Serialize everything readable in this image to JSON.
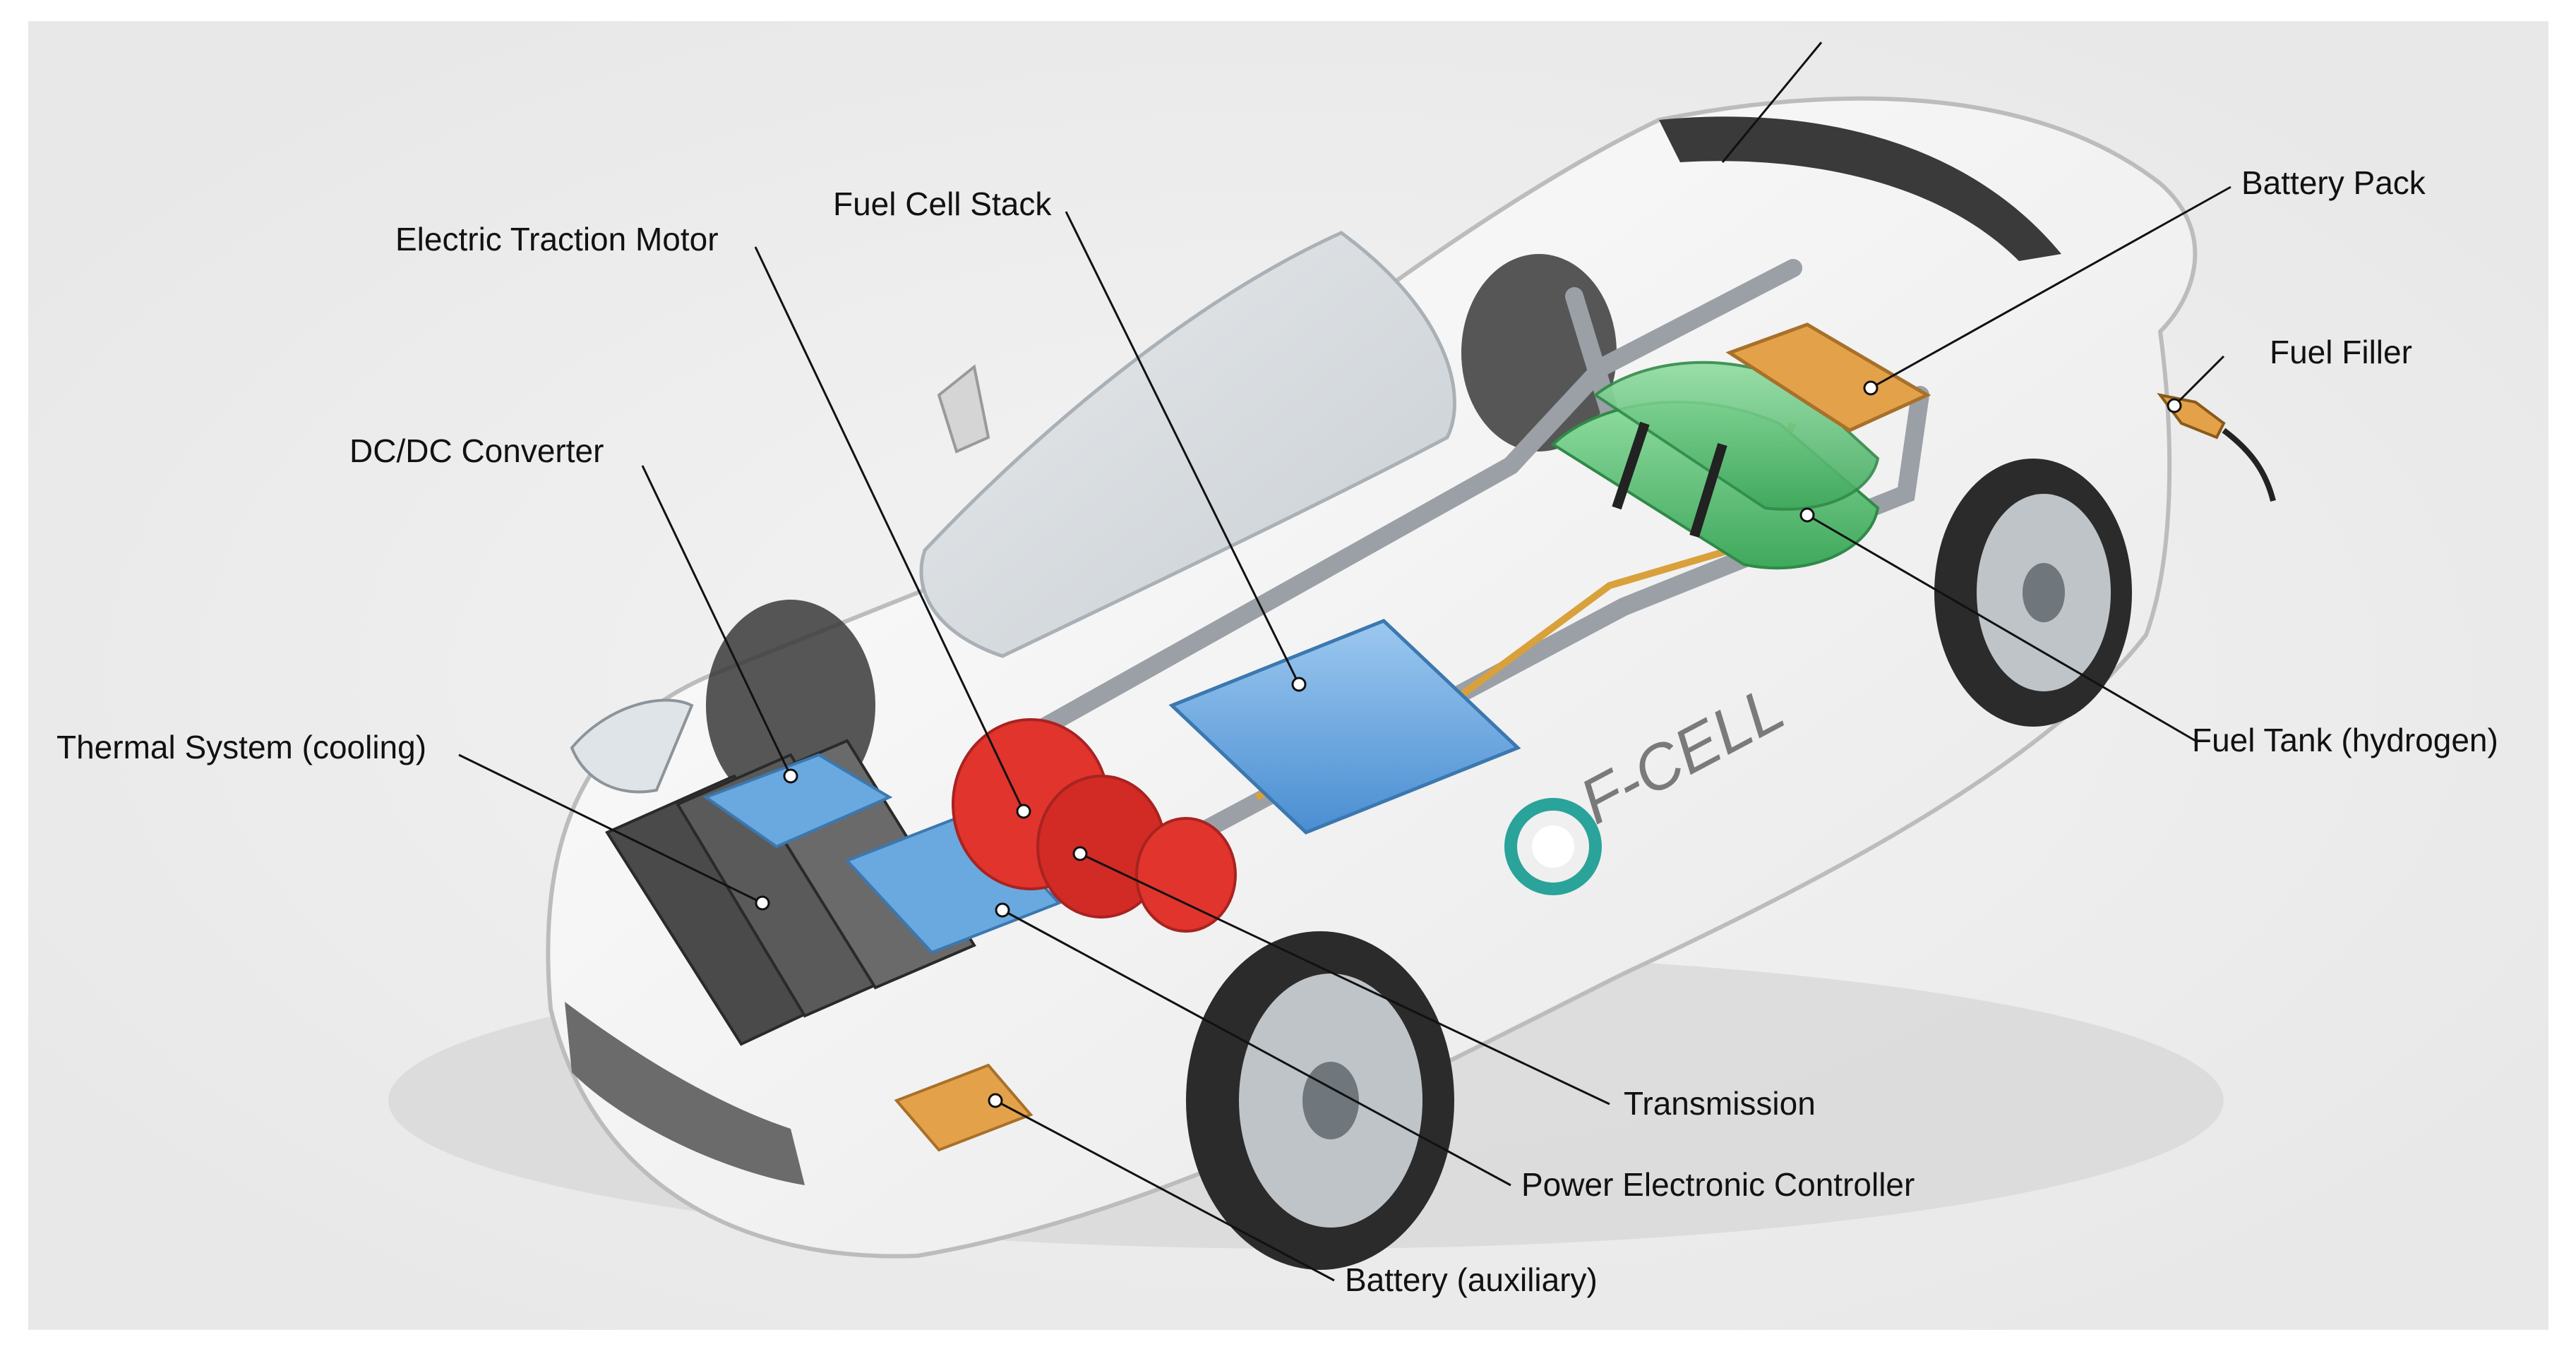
{
  "labels": {
    "battery_pack": "Battery Pack",
    "fuel_cell_stack": "Fuel Cell Stack",
    "electric_traction_motor": "Electric Traction Motor",
    "dc_dc_converter": "DC/DC Converter",
    "fuel_filler": "Fuel Filler",
    "thermal_system": "Thermal System (cooling)",
    "fuel_tank": "Fuel Tank (hydrogen)",
    "transmission": "Transmission",
    "power_electronic_controller": "Power Electronic Controller",
    "battery_auxiliary": "Battery (auxiliary)"
  },
  "branding": {
    "car_side_text": "F-CELL"
  },
  "colors": {
    "background": "#ffffff",
    "stage": "#f1f1f1",
    "car_body": "#f7f7f7",
    "car_outline": "#bcbcbc",
    "glass": "#d9dde0",
    "traction_motor": "#e0342c",
    "fuel_cell_stack": "#6aa8e0",
    "hydrogen_tank": "#5fc07a",
    "battery_pack": "#e3a24a",
    "battery_aux": "#e3a24a",
    "radiator": "#4a4a4a",
    "frame": "#9aa0a6",
    "hydrogen_line": "#d9a13b",
    "leader_line": "#111111",
    "logo_teal": "#2aa39a"
  },
  "icons": {
    "fuel_nozzle": "fuel-nozzle-icon",
    "logo": "f-cell-logo-icon"
  }
}
